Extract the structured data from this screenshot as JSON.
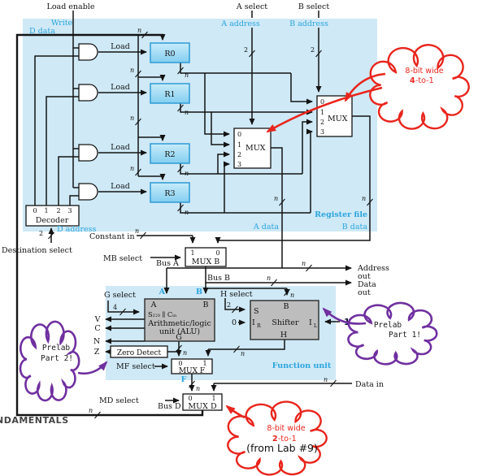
{
  "colors": {
    "accent_blue": "#2BA5DE",
    "region_blue": "#CFE9F6",
    "register_fill_top": "#C8ECFA",
    "register_fill_bottom": "#83CEF0",
    "register_border": "#2E9BD6",
    "box_gray": "#BDBDBD",
    "wire": "#141414",
    "annotation_red": "#E8251C",
    "annotation_purple": "#7030A0"
  },
  "top": {
    "load_enable": "Load enable",
    "a_select": "A select",
    "b_select": "B select"
  },
  "regfile": {
    "write": "Write",
    "d_data": "D data",
    "a_address": "A address",
    "b_address": "B address",
    "registers": [
      "R0",
      "R1",
      "R2",
      "R3"
    ],
    "load": "Load",
    "mux": "MUX",
    "digits": [
      "0",
      "1",
      "2",
      "3"
    ],
    "decoder": "Decoder",
    "d_address": "D address",
    "label": "Register file",
    "a_data": "A data",
    "b_data": "B data"
  },
  "wiring": {
    "n": "n",
    "two": "2",
    "four": "4",
    "destination_select": "Destination select",
    "constant_in": "Constant in",
    "mb_select": "MB select",
    "mux_b": "MUX B",
    "bus_a": "Bus A",
    "bus_b": "Bus B",
    "address": "Address",
    "out": "out",
    "data": "Data",
    "data_in": "Data in",
    "md_select": "MD select",
    "mux_d": "MUX D",
    "bus_d": "Bus D"
  },
  "funcunit": {
    "label": "Function unit",
    "g_select": "G select",
    "h_select": "H select",
    "a": "A",
    "b": "B",
    "f": "F",
    "s": "S",
    "i": "I",
    "sub_r": "R",
    "sub_l": "L",
    "alu_mode": "S₂:₀ ∥ Cᵢₙ",
    "alu_name1": "Arithmetic/logic",
    "alu_name2": "unit (ALU)",
    "g": "G",
    "h": "H",
    "shifter": "Shifter",
    "zero": "0",
    "one": "1",
    "v": "V",
    "c": "C",
    "n": "N",
    "z": "Z",
    "zero_detect": "Zero Detect",
    "mf_select": "MF select",
    "mux_f": "MUX F"
  },
  "annotations": {
    "mux4": {
      "line1": "8-bit wide",
      "bold": "4",
      "rest": "-to-1"
    },
    "mux2": {
      "line1": "8-bit wide",
      "bold": "2",
      "rest": "-to-1",
      "note": "(from Lab #9)"
    },
    "prelab1": {
      "line1": "Prelab",
      "line2": "Part 1!"
    },
    "prelab2": {
      "line1": "Prelab",
      "line2": "Part 2!"
    }
  },
  "watermark": "NDAMENTALS"
}
